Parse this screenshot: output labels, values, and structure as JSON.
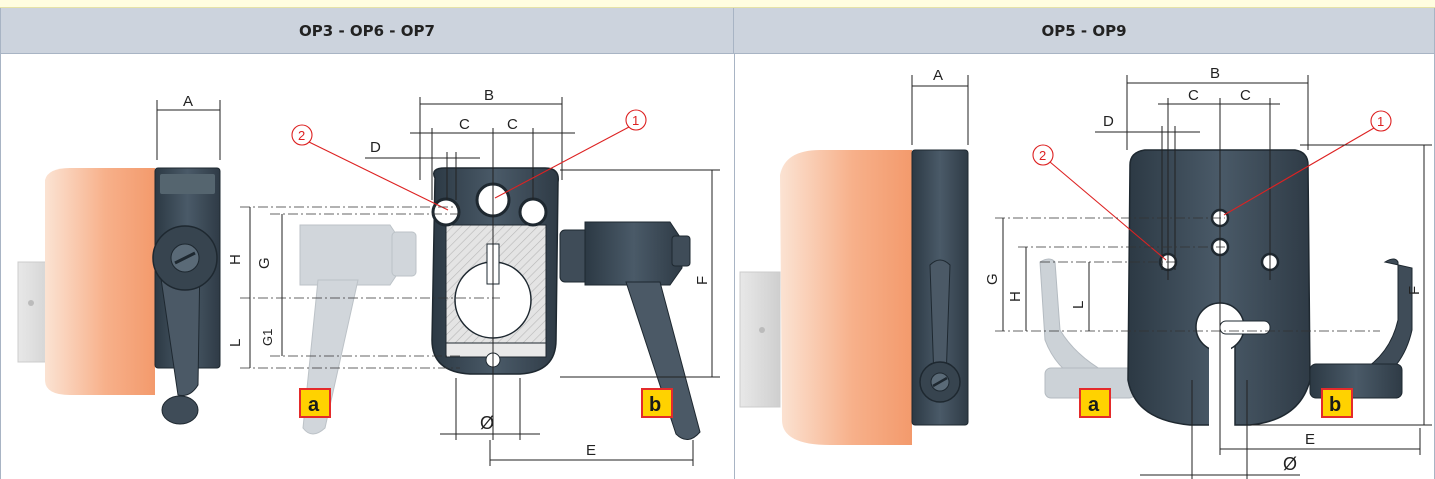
{
  "columns": [
    {
      "title": "OP3 - OP6 - OP7"
    },
    {
      "title": "OP5 - OP9"
    }
  ],
  "left_figure": {
    "dims": {
      "A": "A",
      "B": "B",
      "C1": "C",
      "C2": "C",
      "D": "D",
      "H": "H",
      "G": "G",
      "L": "L",
      "G1": "G1",
      "F": "F",
      "E": "E",
      "diameter": "Ø"
    },
    "callouts": {
      "one": "1",
      "two": "2"
    },
    "tags": {
      "a": "a",
      "b": "b"
    }
  },
  "right_figure": {
    "dims": {
      "A": "A",
      "B": "B",
      "C1": "C",
      "C2": "C",
      "D": "D",
      "G": "G",
      "H": "H",
      "L": "L",
      "F": "F",
      "E": "E",
      "diameter": "Ø"
    },
    "callouts": {
      "one": "1",
      "two": "2"
    },
    "tags": {
      "a": "a",
      "b": "b"
    }
  },
  "colors": {
    "header_bg": "#ccd3dd",
    "body_dark": "#3a4856",
    "orange": "#f7b08a",
    "callout_red": "#d22222",
    "tag_yellow": "#ffd200"
  }
}
